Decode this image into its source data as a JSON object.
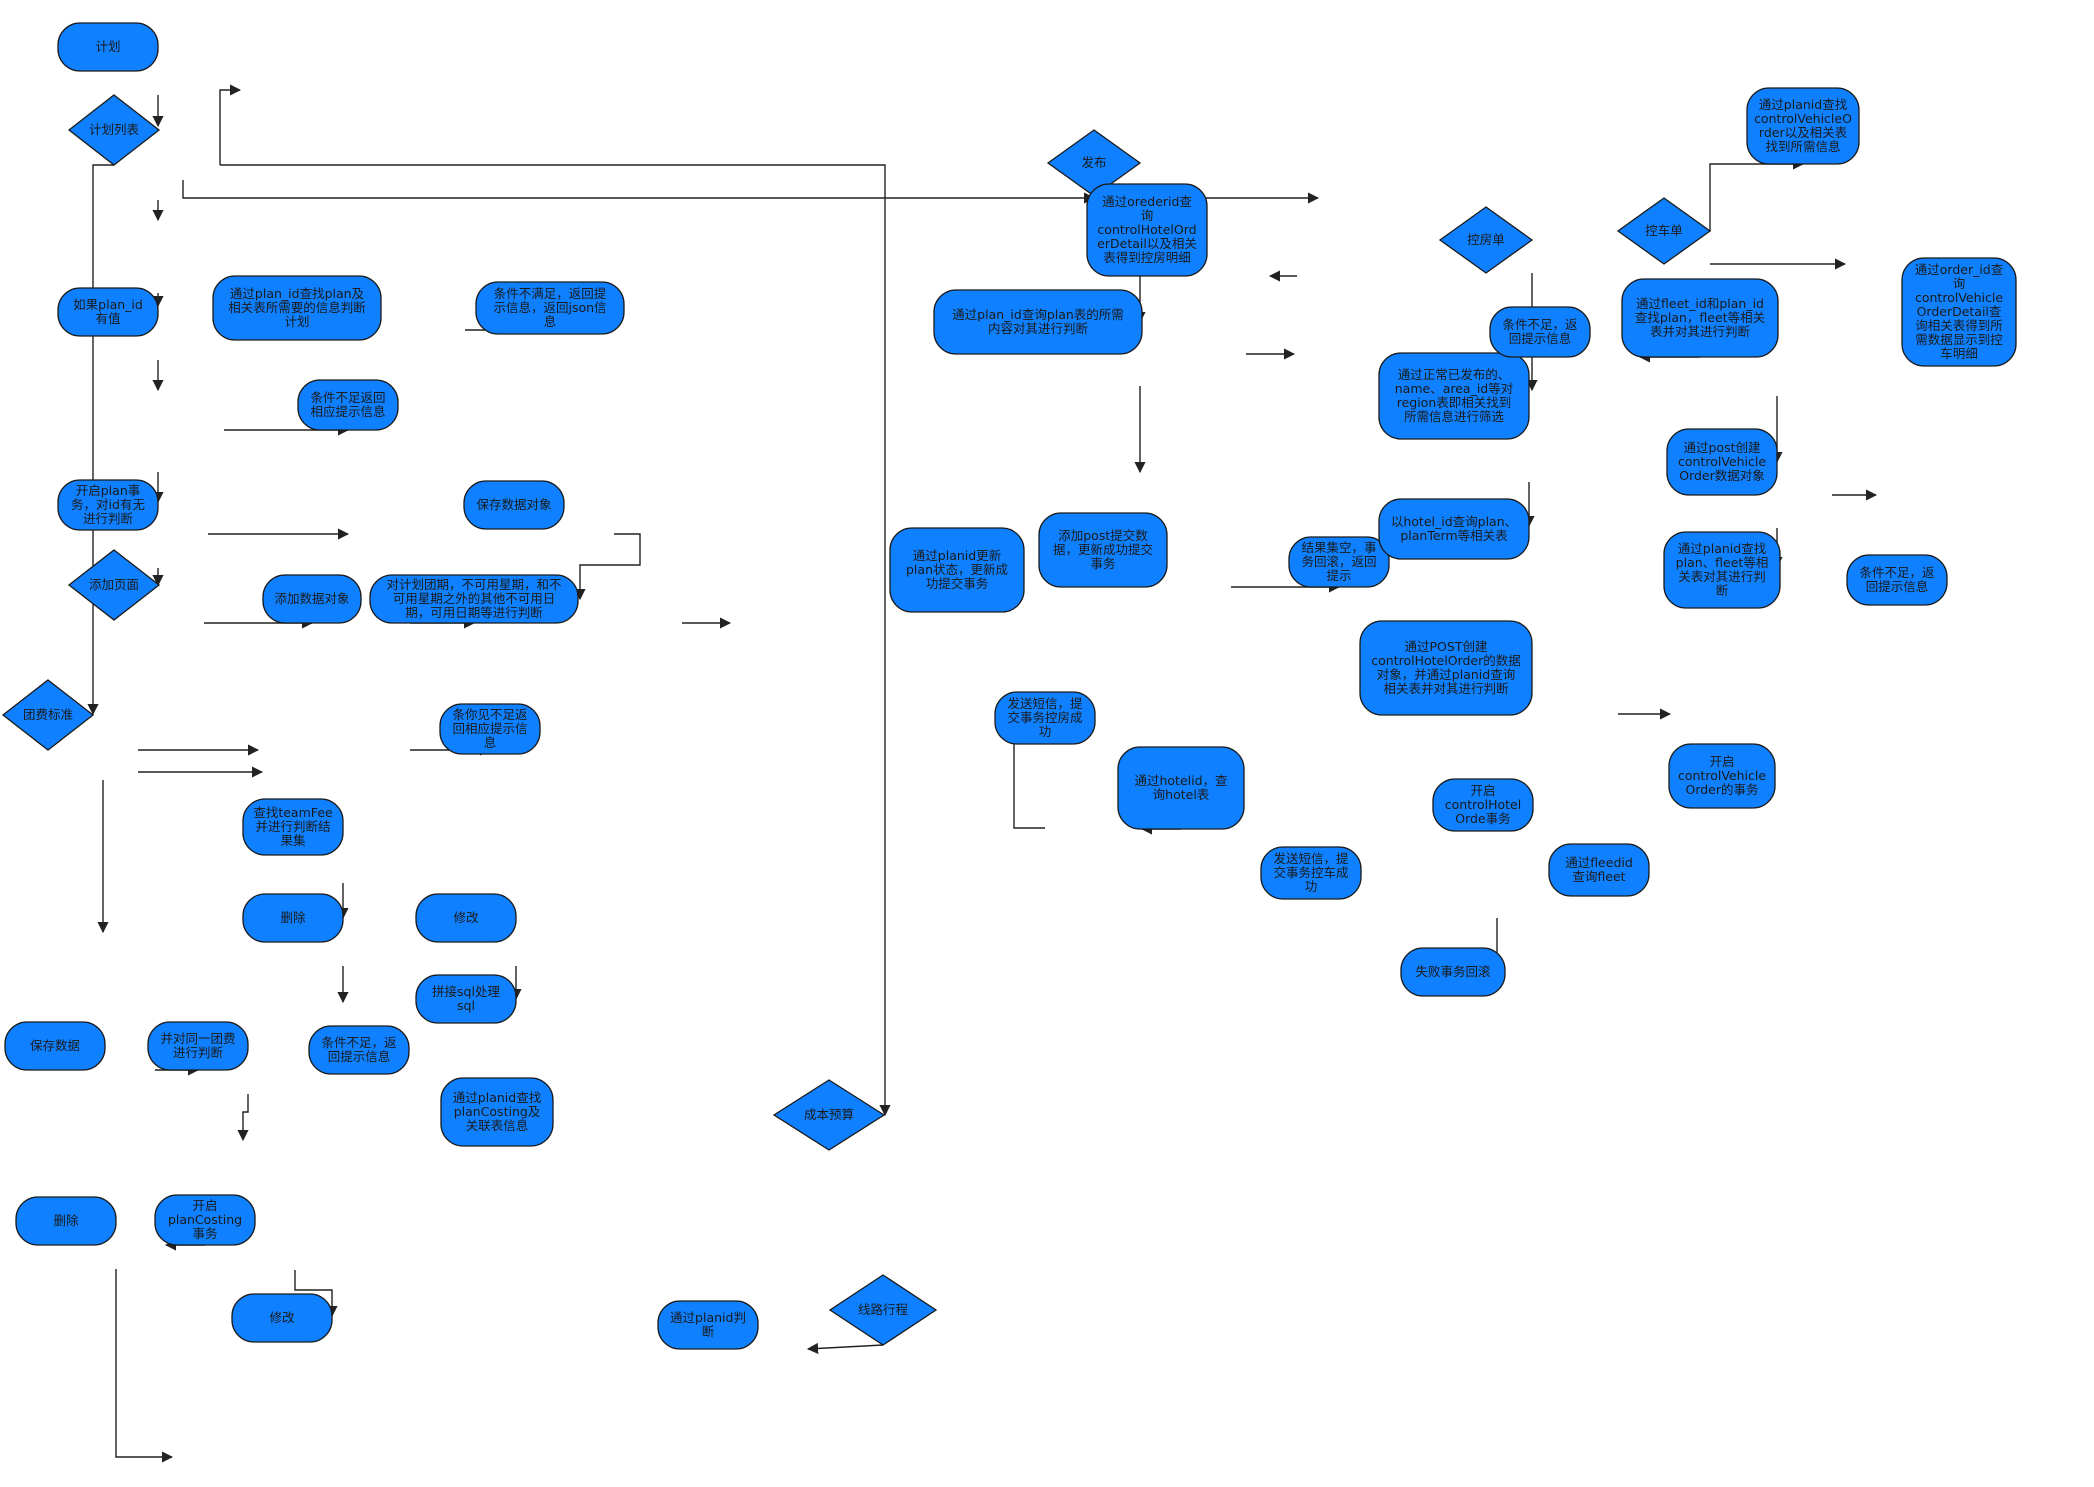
{
  "diagram": {
    "colors": {
      "node_fill": "#0f80ff",
      "node_stroke": "#1a1a1a",
      "edge": "#222222",
      "text": "#1a1a1a"
    },
    "nodes": [
      {
        "id": "plan",
        "shape": "rounded",
        "lines": [
          "计划"
        ]
      },
      {
        "id": "plan-list",
        "shape": "diamond",
        "lines": [
          "计划列表"
        ]
      },
      {
        "id": "if-plan-id",
        "shape": "rounded",
        "lines": [
          "如果plan_id",
          "有值"
        ]
      },
      {
        "id": "query-plan-by-id",
        "shape": "rounded",
        "lines": [
          "通过plan_id查找plan及",
          "相关表所需要的信息判断",
          "计划"
        ]
      },
      {
        "id": "cond-fail-json",
        "shape": "rounded",
        "lines": [
          "条件不满足，返回提",
          "示信息，返回json信",
          "息"
        ]
      },
      {
        "id": "cond-fail-hint-1",
        "shape": "rounded",
        "lines": [
          "条件不足返回",
          "相应提示信息"
        ]
      },
      {
        "id": "start-plan-tx",
        "shape": "rounded",
        "lines": [
          "开启plan事",
          "务，对id有无",
          "进行判断"
        ]
      },
      {
        "id": "save-data-obj",
        "shape": "rounded",
        "lines": [
          "保存数据对象"
        ]
      },
      {
        "id": "add-page",
        "shape": "diamond",
        "lines": [
          "添加页面"
        ]
      },
      {
        "id": "add-data-obj",
        "shape": "rounded",
        "lines": [
          "添加数据对象"
        ]
      },
      {
        "id": "judge-dates",
        "shape": "rounded",
        "lines": [
          "对计划团期，不可用星期，和不",
          "可用星期之外的其他不可用日",
          "期，可用日期等进行判断"
        ]
      },
      {
        "id": "team-fee",
        "shape": "diamond",
        "lines": [
          "团费标准"
        ]
      },
      {
        "id": "cond-fail-hint-2",
        "shape": "rounded",
        "lines": [
          "条你见不足返",
          "回相应提示信",
          "息"
        ]
      },
      {
        "id": "find-teamfee",
        "shape": "rounded",
        "lines": [
          "查找teamFee",
          "并进行判断结",
          "果集"
        ]
      },
      {
        "id": "delete-1",
        "shape": "rounded",
        "lines": [
          "删除"
        ]
      },
      {
        "id": "modify-1",
        "shape": "rounded",
        "lines": [
          "修改"
        ]
      },
      {
        "id": "concat-sql",
        "shape": "rounded",
        "lines": [
          "拼接sql处理",
          "sql"
        ]
      },
      {
        "id": "save-data",
        "shape": "rounded",
        "lines": [
          "保存数据"
        ]
      },
      {
        "id": "judge-same-group",
        "shape": "rounded",
        "lines": [
          "并对同一团费",
          "进行判断"
        ]
      },
      {
        "id": "cond-fail-hint-3",
        "shape": "rounded",
        "lines": [
          "条件不足，返",
          "回提示信息"
        ]
      },
      {
        "id": "find-plancosting",
        "shape": "rounded",
        "lines": [
          "通过planid查找",
          "planCosting及",
          "关联表信息"
        ]
      },
      {
        "id": "delete-2",
        "shape": "rounded",
        "lines": [
          "删除"
        ]
      },
      {
        "id": "start-plancosting-tx",
        "shape": "rounded",
        "lines": [
          "开启",
          "planCosting",
          "事务"
        ]
      },
      {
        "id": "modify-2",
        "shape": "rounded",
        "lines": [
          "修改"
        ]
      },
      {
        "id": "cost-budget",
        "shape": "diamond",
        "lines": [
          "成本预算"
        ]
      },
      {
        "id": "judge-by-planid",
        "shape": "rounded",
        "lines": [
          "通过planid判",
          "断"
        ]
      },
      {
        "id": "route-itinerary",
        "shape": "diamond",
        "lines": [
          "线路行程"
        ]
      },
      {
        "id": "publish",
        "shape": "diamond",
        "lines": [
          "发布"
        ]
      },
      {
        "id": "query-hotel-detail",
        "shape": "rounded",
        "lines": [
          "通过orederid查",
          "询",
          "controlHotelOrd",
          "erDetail以及相关",
          "表得到控房明细"
        ]
      },
      {
        "id": "query-plan-table",
        "shape": "rounded",
        "lines": [
          "通过plan_id查询plan表的所需",
          "内容对其进行判断"
        ]
      },
      {
        "id": "update-plan-status",
        "shape": "rounded",
        "lines": [
          "通过planid更新",
          "plan状态，更新成",
          "功提交事务"
        ]
      },
      {
        "id": "add-post-submit",
        "shape": "rounded",
        "lines": [
          "添加post提交数",
          "据，更新成功提交",
          "事务"
        ]
      },
      {
        "id": "result-empty-rollback",
        "shape": "rounded",
        "lines": [
          "结果集空，事",
          "务回滚，返回",
          "提示"
        ]
      },
      {
        "id": "sms-hotel",
        "shape": "rounded",
        "lines": [
          "发送短信，提",
          "交事务控房成",
          "功"
        ]
      },
      {
        "id": "query-hotel",
        "shape": "rounded",
        "lines": [
          "通过hotelid，查",
          "询hotel表"
        ]
      },
      {
        "id": "sms-vehicle",
        "shape": "rounded",
        "lines": [
          "发送短信，提",
          "交事务控车成",
          "功"
        ]
      },
      {
        "id": "control-room",
        "shape": "diamond",
        "lines": [
          "控房单"
        ]
      },
      {
        "id": "filter-published",
        "shape": "rounded",
        "lines": [
          "通过正常已发布的、",
          "name、area_id等对",
          "region表即相关找到",
          "所需信息进行筛选"
        ]
      },
      {
        "id": "query-by-hotel-id",
        "shape": "rounded",
        "lines": [
          "以hotel_id查询plan、",
          "planTerm等相关表"
        ]
      },
      {
        "id": "create-hotel-order",
        "shape": "rounded",
        "lines": [
          "通过POST创建",
          "controlHotelOrder的数据",
          "对象，并通过planid查询",
          "相关表并对其进行判断"
        ]
      },
      {
        "id": "start-hotel-order-tx",
        "shape": "rounded",
        "lines": [
          "开启",
          "controlHotel",
          "Orde事务"
        ]
      },
      {
        "id": "fail-rollback",
        "shape": "rounded",
        "lines": [
          "失败事务回滚"
        ]
      },
      {
        "id": "query-fleet",
        "shape": "rounded",
        "lines": [
          "通过fleedid",
          "查询fleet"
        ]
      },
      {
        "id": "control-vehicle",
        "shape": "diamond",
        "lines": [
          "控车单"
        ]
      },
      {
        "id": "find-vehicle-order",
        "shape": "rounded",
        "lines": [
          "通过planid查找",
          "controlVehicleO",
          "rder以及相关表",
          "找到所需信息"
        ]
      },
      {
        "id": "cond-fail-hint-4",
        "shape": "rounded",
        "lines": [
          "条件不足，返",
          "回提示信息"
        ]
      },
      {
        "id": "query-fleet-plan",
        "shape": "rounded",
        "lines": [
          "通过fleet_id和plan_id",
          "查找plan，fleet等相关",
          "表并对其进行判断"
        ]
      },
      {
        "id": "query-vehicle-detail",
        "shape": "rounded",
        "lines": [
          "通过order_id查",
          "询",
          "controlVehicle",
          "OrderDetail查",
          "询相关表得到所",
          "需数据显示到控",
          "车明细"
        ]
      },
      {
        "id": "create-vehicle-order",
        "shape": "rounded",
        "lines": [
          "通过post创建",
          "controlVehicle",
          "Order数据对象"
        ]
      },
      {
        "id": "find-plan-fleet",
        "shape": "rounded",
        "lines": [
          "通过planid查找",
          "plan、fleet等相",
          "关表对其进行判",
          "断"
        ]
      },
      {
        "id": "cond-fail-hint-5",
        "shape": "rounded",
        "lines": [
          "条件不足，返",
          "回提示信息"
        ]
      },
      {
        "id": "start-vehicle-order-tx",
        "shape": "rounded",
        "lines": [
          "开启",
          "controlVehicle",
          "Order的事务"
        ]
      }
    ]
  }
}
